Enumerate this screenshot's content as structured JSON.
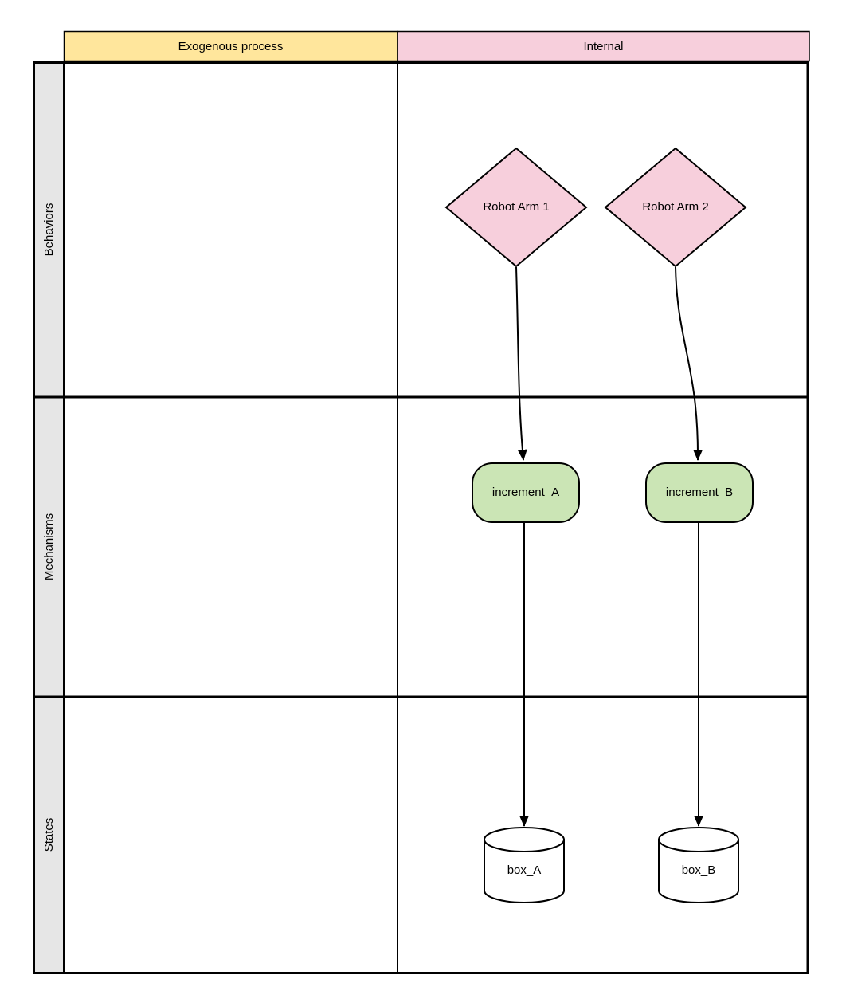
{
  "diagram": {
    "columns": [
      {
        "label": "Exogenous process"
      },
      {
        "label": "Internal"
      }
    ],
    "rows": [
      {
        "label": "Behaviors"
      },
      {
        "label": "Mechanisms"
      },
      {
        "label": "States"
      }
    ],
    "nodes": {
      "robot_arm_1": {
        "label": "Robot Arm 1",
        "shape": "diamond",
        "row": "Behaviors",
        "column": "Internal"
      },
      "robot_arm_2": {
        "label": "Robot Arm 2",
        "shape": "diamond",
        "row": "Behaviors",
        "column": "Internal"
      },
      "increment_a": {
        "label": "increment_A",
        "shape": "rounded-process",
        "row": "Mechanisms",
        "column": "Internal"
      },
      "increment_b": {
        "label": "increment_B",
        "shape": "rounded-process",
        "row": "Mechanisms",
        "column": "Internal"
      },
      "box_a": {
        "label": "box_A",
        "shape": "cylinder",
        "row": "States",
        "column": "Internal"
      },
      "box_b": {
        "label": "box_B",
        "shape": "cylinder",
        "row": "States",
        "column": "Internal"
      }
    },
    "edges": [
      {
        "from": "robot_arm_1",
        "to": "increment_a"
      },
      {
        "from": "robot_arm_2",
        "to": "increment_b"
      },
      {
        "from": "increment_a",
        "to": "box_a"
      },
      {
        "from": "increment_b",
        "to": "box_b"
      }
    ],
    "colors": {
      "header_yellow": "#FFE69C",
      "header_pink": "#F7CFDC",
      "diamond_pink": "#F7CFDC",
      "process_green": "#CBE5B5",
      "label_gray": "#E6E6E6",
      "shape_white": "#FFFFFF",
      "line_black": "#000000"
    }
  }
}
